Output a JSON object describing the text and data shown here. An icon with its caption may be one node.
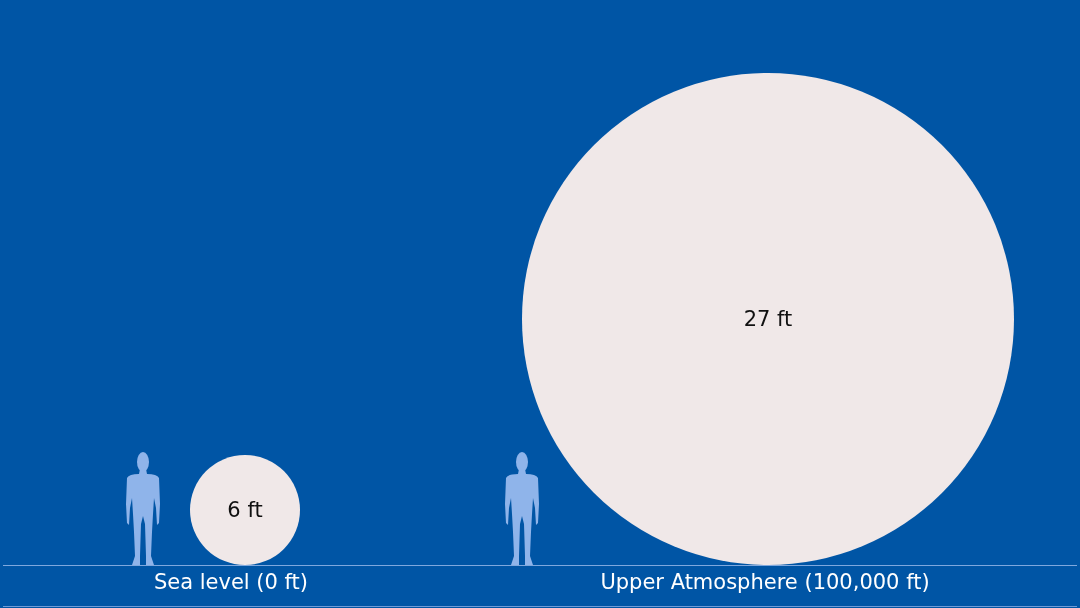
{
  "diagram": {
    "nodes": [
      {
        "text": [
          "6 ft"
        ],
        "beside": [
          "Sea level (0 ft)"
        ]
      },
      {
        "text": [
          "27 ft"
        ],
        "beside": [
          "Upper Atmosphere (100,000 ft)"
        ]
      }
    ]
  }
}
